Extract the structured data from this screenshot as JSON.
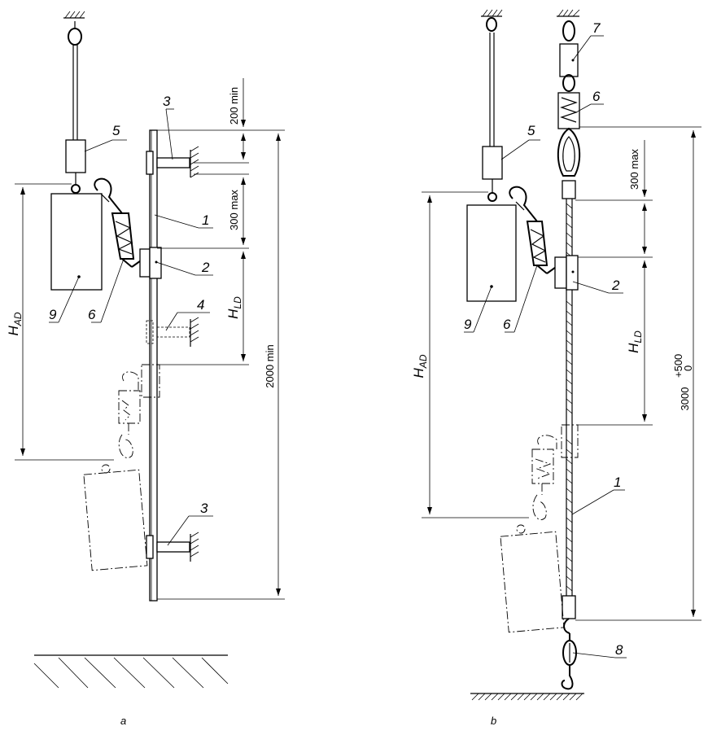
{
  "figure_a": {
    "caption": "a",
    "labels": {
      "l1": "1",
      "l2": "2",
      "l3a": "3",
      "l3b": "3",
      "l4": "4",
      "l5": "5",
      "l6": "6",
      "l9": "9"
    },
    "dims": {
      "top_clear": "200 min",
      "spacing": "300 max",
      "length": "2000 min"
    },
    "symbols": {
      "h_ad_main": "H",
      "h_ad_sub": "AD",
      "h_ld_main": "H",
      "h_ld_sub": "LD"
    }
  },
  "figure_b": {
    "caption": "b",
    "labels": {
      "l1": "1",
      "l2": "2",
      "l5": "5",
      "l6a": "6",
      "l6b": "6",
      "l7": "7",
      "l8": "8",
      "l9": "9"
    },
    "dims": {
      "spacing": "300 max",
      "length_main": "3000",
      "tol_upper": "+500",
      "tol_lower": "0"
    },
    "symbols": {
      "h_ad_main": "H",
      "h_ad_sub": "AD",
      "h_ld_main": "H",
      "h_ld_sub": "LD"
    }
  }
}
